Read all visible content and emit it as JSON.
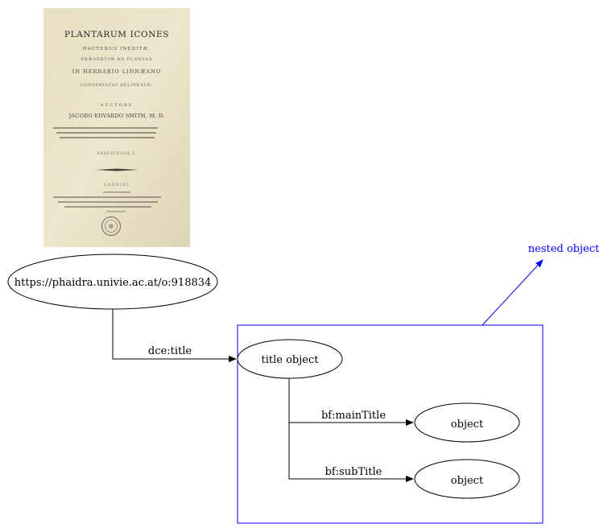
{
  "book_image": {
    "title_line": "PLANTARUM ICONES",
    "caption_lines": [
      "HACTENUS INEDITÆ,",
      "PRÆSERTIM AD PLANTAS",
      "IN HERBARIO LINNÆANO",
      "CONSERVATAS DELINEATÆ.",
      "AUCTORE",
      "JACOBO EDVARDO SMITH, M. D.",
      "FASCICULUS I.",
      "LONDINI"
    ]
  },
  "nodes": {
    "resource": "https://phaidra.univie.ac.at/o:918834",
    "title_object": "title object",
    "object_main": "object",
    "object_sub": "object"
  },
  "edges": {
    "dce_title": "dce:title",
    "bf_mainTitle": "bf:mainTitle",
    "bf_subTitle": "bf:subTitle"
  },
  "annotation": {
    "nested_object": "nested object",
    "color": "#0000ff"
  }
}
